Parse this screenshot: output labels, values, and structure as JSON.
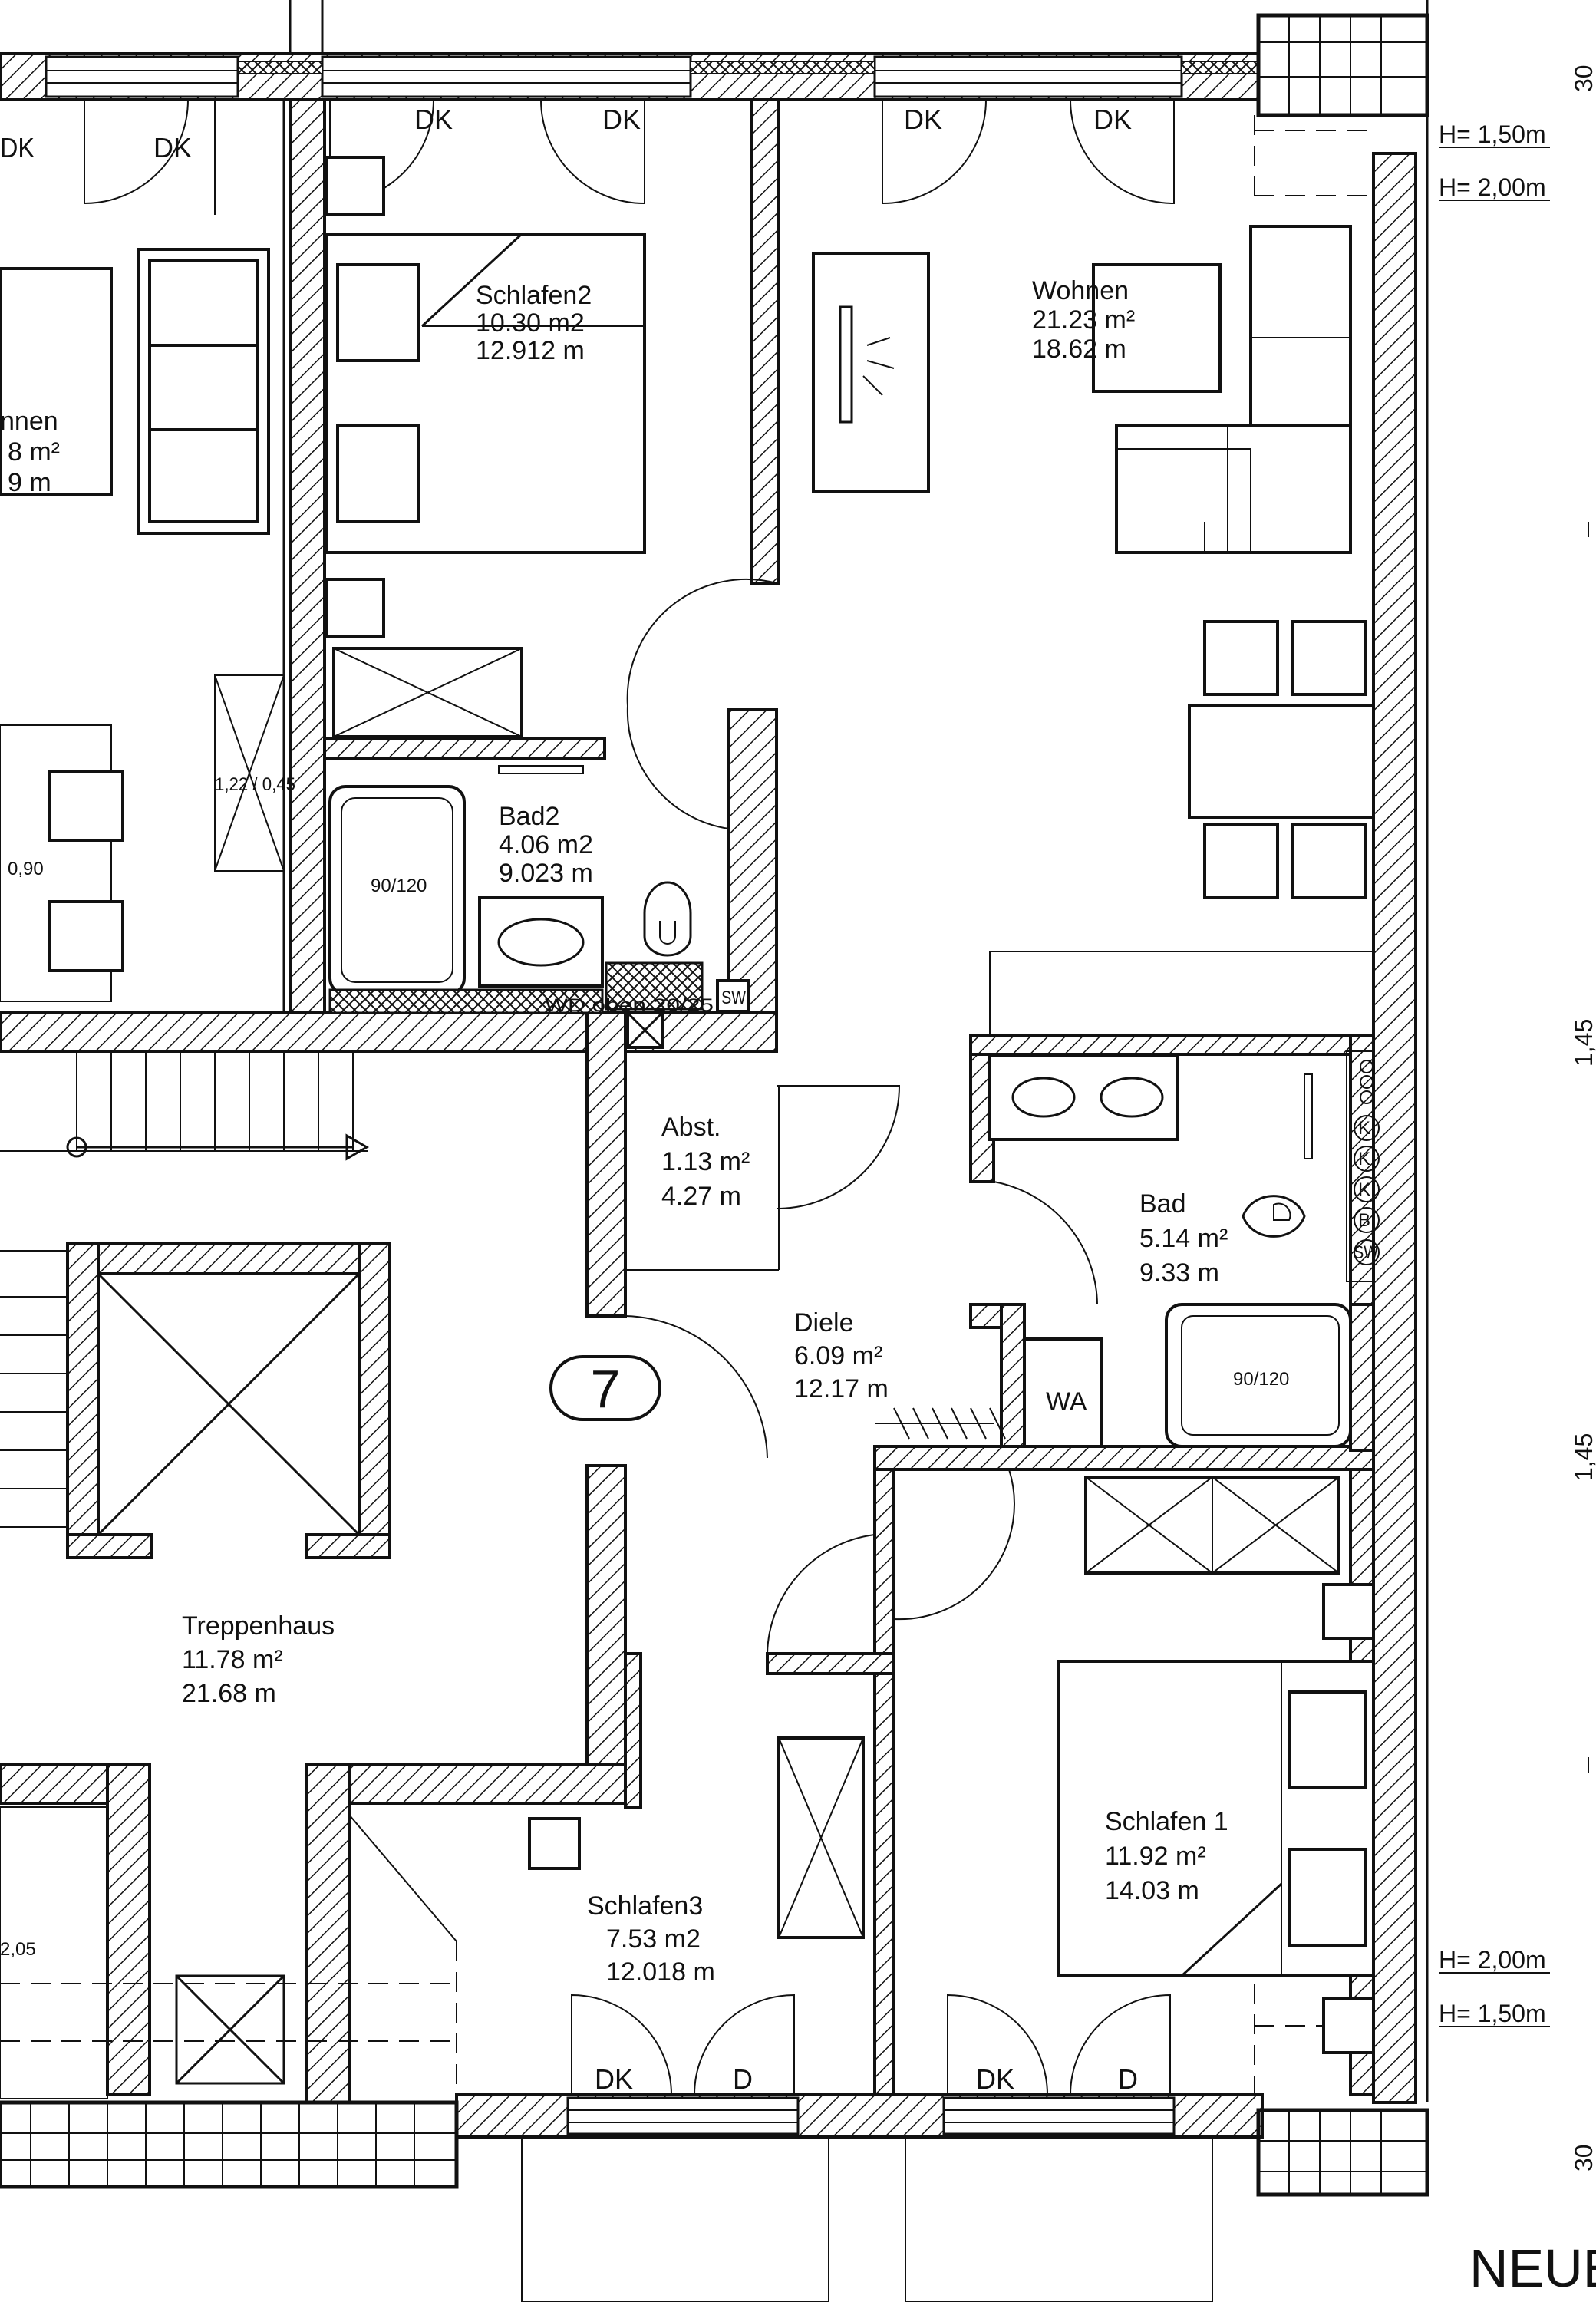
{
  "rooms": {
    "schlafen2": {
      "name": "Schlafen2",
      "area": "10.30 m2",
      "perimeter": "12.912 m"
    },
    "wohnen": {
      "name": "Wohnen",
      "area": "21.23 m²",
      "perimeter": "18.62 m"
    },
    "left_room": {
      "name": "nnen",
      "area": "8 m²",
      "perimeter": "9 m"
    },
    "bad2": {
      "name": "Bad2",
      "area": "4.06 m2",
      "perimeter": "9.023 m"
    },
    "abst": {
      "name": "Abst.",
      "area": "1.13 m²",
      "perimeter": "4.27 m"
    },
    "bad": {
      "name": "Bad",
      "area": "5.14 m²",
      "perimeter": "9.33 m"
    },
    "diele": {
      "name": "Diele",
      "area": "6.09 m²",
      "perimeter": "12.17 m"
    },
    "treppenhaus": {
      "name": "Treppenhaus",
      "area": "11.78 m²",
      "perimeter": "21.68 m"
    },
    "schlafen3": {
      "name": "Schlafen3",
      "area": "7.53 m2",
      "perimeter": "12.018 m"
    },
    "schlafen1": {
      "name": "Schlafen 1",
      "area": "11.92 m²",
      "perimeter": "14.03 m"
    }
  },
  "window_labels": {
    "dk": "DK",
    "d": "D",
    "left_dk": "DK"
  },
  "annotations": {
    "unit_number": "7",
    "wa": "WA",
    "tub_left": "90/120",
    "tub_right": "90/120",
    "window_dim": "1,22 / 0,45",
    "dim_090": "0,90",
    "dim_205": "2,05",
    "shaft": "WD oben 20/25",
    "sw": "SW",
    "h150_top": "H= 1,50m",
    "h200_top": "H= 2,00m",
    "h200_bottom": "H= 2,00m",
    "h150_bottom": "H= 1,50m",
    "dim_right_1": "1,45",
    "dim_right_2": "1,45",
    "corner_label": "NEUE",
    "top_right_digit": "30",
    "bottom_right_digit": "30"
  },
  "installations": [
    "K",
    "K",
    "K",
    "B",
    "SW"
  ]
}
